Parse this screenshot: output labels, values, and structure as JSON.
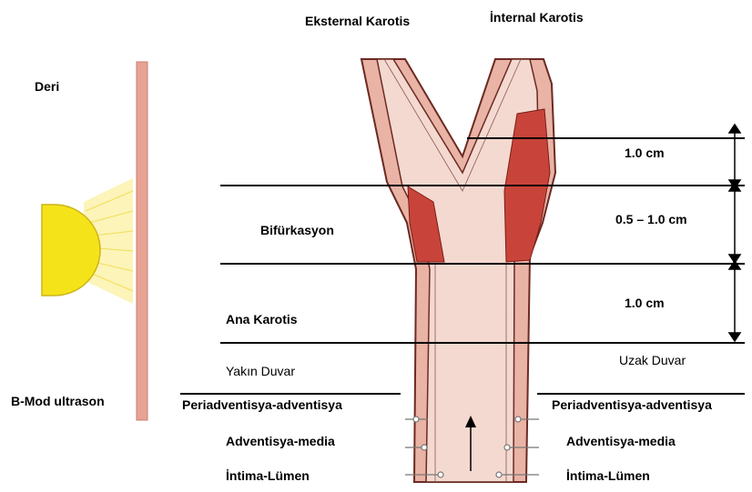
{
  "labels": {
    "external_carotid": "Eksternal Karotis",
    "internal_carotid": "İnternal Karotis",
    "skin": "Deri",
    "bifurcation": "Bifürkasyon",
    "common_carotid": "Ana Karotis",
    "near_wall": "Yakın Duvar",
    "far_wall": "Uzak Duvar",
    "ultrasound": "B-Mod ultrason",
    "periadventitia_left": "Periadventisya-adventisya",
    "periadventitia_right": "Periadventisya-adventisya",
    "adventitia_media_left": "Adventisya-media",
    "adventitia_media_right": "Adventisya-media",
    "intima_lumen_left": "İntima-Lümen",
    "intima_lumen_right": "İntima-Lümen"
  },
  "measurements": {
    "top_segment": "1.0 cm",
    "bifurcation_segment": "0.5 – 1.0 cm",
    "common_segment": "1.0 cm"
  },
  "colors": {
    "vessel_wall": "#e9b3a6",
    "lumen": "#f4d9d0",
    "plaque": "#c8443a",
    "skin": "#e8a294",
    "transducer": "#f5e31a",
    "beam": "#fbf0a0",
    "line": "#000000"
  }
}
